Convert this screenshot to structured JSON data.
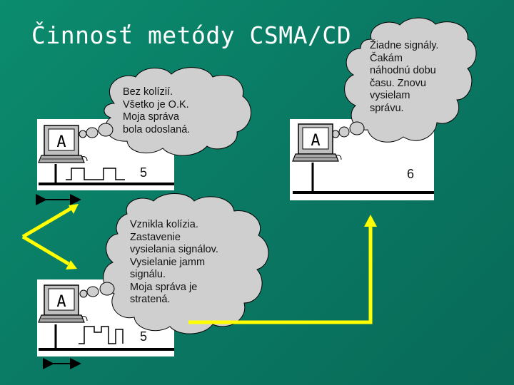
{
  "title": "Činnosť metódy CSMA/CD",
  "computer_label": "A",
  "scenarios": [
    {
      "id": "success",
      "message": "Bez kolízií.\nVšetko je O.K.\nMoja správa\nbola odoslaná.",
      "step": "5"
    },
    {
      "id": "retry",
      "message": "Žiadne signály.\nČakám\nnáhodnú dobu\nčasu. Znovu\nvysielam\nsprávu.",
      "step": "6"
    },
    {
      "id": "collision",
      "message": "Vznikla kolízia.\nZastavenie\nvysielania signálov.\nVysielanie jamm\nsignálu.\nMoja správa je\nstratená.",
      "step": "5"
    }
  ],
  "colors": {
    "background": "#0a7a64",
    "arrow": "#ffff00",
    "cloud": "#cfcfcf",
    "panel": "#ffffff",
    "monitor_body": "#c0c0c0",
    "screen": "#ffffff"
  }
}
